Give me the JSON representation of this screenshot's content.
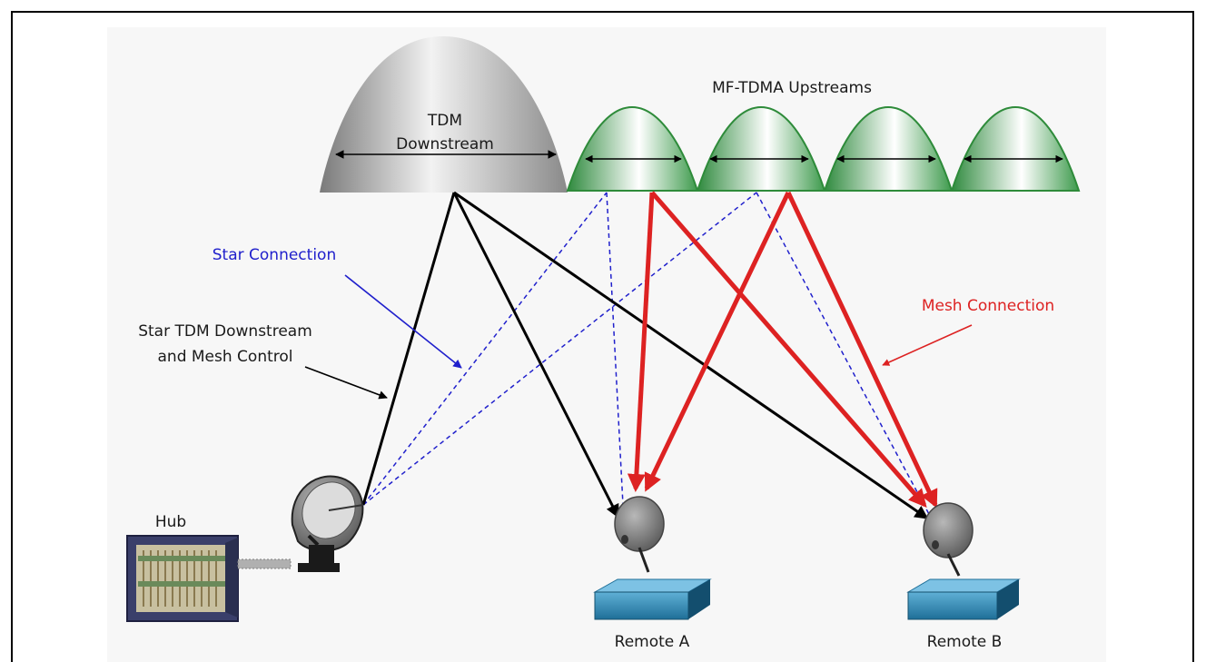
{
  "labels": {
    "tdm_line1": "TDM",
    "tdm_line2": "Downstream",
    "mf_tdma": "MF-TDMA Upstreams",
    "star_connection": "Star Connection",
    "star_tdm_line1": "Star TDM Downstream",
    "star_tdm_line2": "and Mesh Control",
    "mesh_connection": "Mesh Connection",
    "hub": "Hub",
    "remote_a": "Remote A",
    "remote_b": "Remote B"
  },
  "colors": {
    "star_connection": "#2020cc",
    "mesh_connection": "#dd2222",
    "downstream_line": "#000000",
    "upstream_carrier": "#2e8b3a",
    "downstream_carrier": "#9a9a9a"
  }
}
